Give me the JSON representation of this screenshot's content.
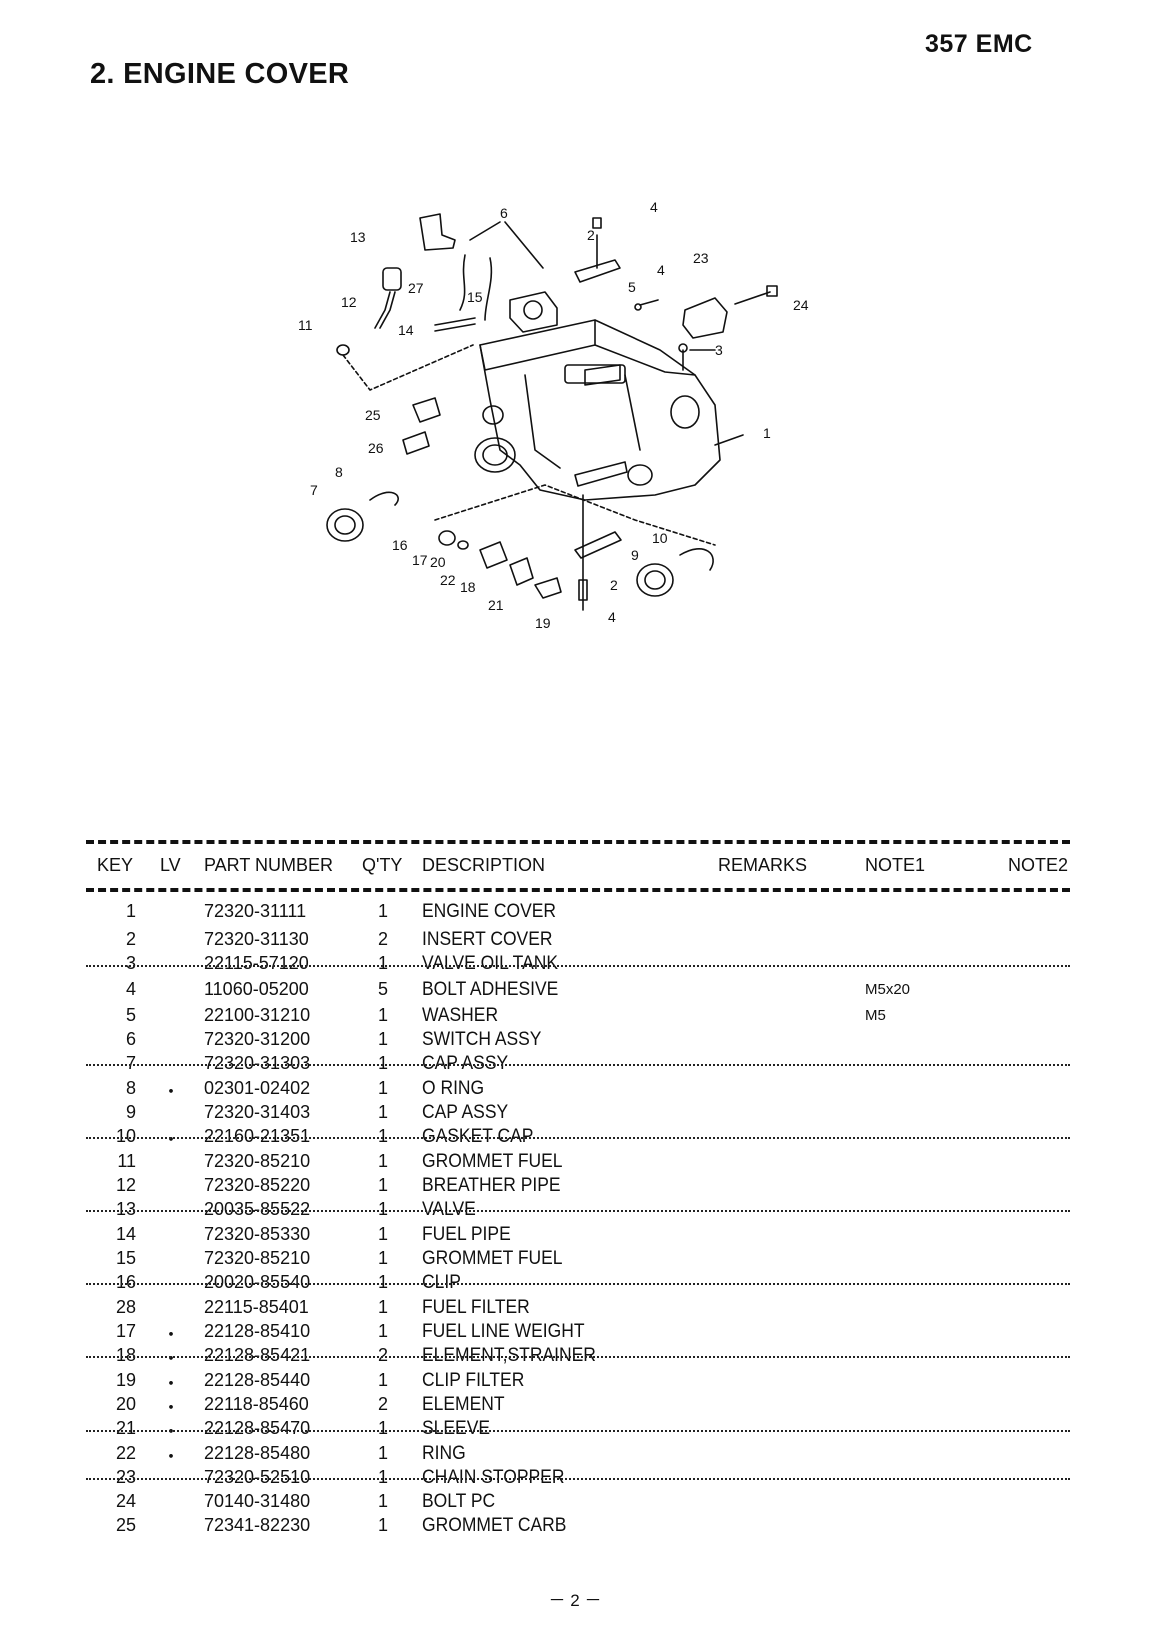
{
  "header": {
    "model": "357 EMC",
    "section_title": "2. ENGINE COVER"
  },
  "diagram": {
    "callouts": [
      "1",
      "2",
      "3",
      "4",
      "5",
      "6",
      "7",
      "8",
      "9",
      "10",
      "11",
      "12",
      "13",
      "14",
      "15",
      "16",
      "17",
      "18",
      "19",
      "20",
      "21",
      "22",
      "23",
      "24",
      "25",
      "26",
      "27"
    ]
  },
  "table": {
    "headers": {
      "key": "KEY",
      "lv": "LV",
      "part": "PART NUMBER",
      "qty": "Q'TY",
      "desc": "DESCRIPTION",
      "remarks": "REMARKS",
      "note1": "NOTE1",
      "note2": "NOTE2"
    },
    "rows": [
      {
        "key": "1",
        "lv": "",
        "part": "72320-31111",
        "qty": "1",
        "desc": "ENGINE COVER",
        "remarks": "",
        "note1": "",
        "note2": ""
      },
      {
        "key": "2",
        "lv": "",
        "part": "72320-31130",
        "qty": "2",
        "desc": "INSERT COVER",
        "remarks": "",
        "note1": "",
        "note2": ""
      },
      {
        "key": "3",
        "lv": "",
        "part": "22115-57120",
        "qty": "1",
        "desc": "VALVE OIL TANK",
        "remarks": "",
        "note1": "",
        "note2": ""
      },
      {
        "key": "4",
        "lv": "",
        "part": "11060-05200",
        "qty": "5",
        "desc": "BOLT ADHESIVE",
        "remarks": "",
        "note1": "M5x20",
        "note2": ""
      },
      {
        "key": "5",
        "lv": "",
        "part": "22100-31210",
        "qty": "1",
        "desc": "WASHER",
        "remarks": "",
        "note1": "M5",
        "note2": ""
      },
      {
        "key": "6",
        "lv": "",
        "part": "72320-31200",
        "qty": "1",
        "desc": "SWITCH ASSY",
        "remarks": "",
        "note1": "",
        "note2": ""
      },
      {
        "key": "7",
        "lv": "",
        "part": "72320-31303",
        "qty": "1",
        "desc": "CAP ASSY",
        "remarks": "",
        "note1": "",
        "note2": ""
      },
      {
        "key": "8",
        "lv": "・",
        "part": "02301-02402",
        "qty": "1",
        "desc": "O RING",
        "remarks": "",
        "note1": "",
        "note2": ""
      },
      {
        "key": "9",
        "lv": "",
        "part": "72320-31403",
        "qty": "1",
        "desc": "CAP ASSY",
        "remarks": "",
        "note1": "",
        "note2": ""
      },
      {
        "key": "10",
        "lv": "・",
        "part": "22160-21351",
        "qty": "1",
        "desc": "GASKET CAP",
        "remarks": "",
        "note1": "",
        "note2": ""
      },
      {
        "key": "11",
        "lv": "",
        "part": "72320-85210",
        "qty": "1",
        "desc": "GROMMET FUEL",
        "remarks": "",
        "note1": "",
        "note2": ""
      },
      {
        "key": "12",
        "lv": "",
        "part": "72320-85220",
        "qty": "1",
        "desc": "BREATHER PIPE",
        "remarks": "",
        "note1": "",
        "note2": ""
      },
      {
        "key": "13",
        "lv": "",
        "part": "20035-85522",
        "qty": "1",
        "desc": "VALVE",
        "remarks": "",
        "note1": "",
        "note2": ""
      },
      {
        "key": "14",
        "lv": "",
        "part": "72320-85330",
        "qty": "1",
        "desc": "FUEL PIPE",
        "remarks": "",
        "note1": "",
        "note2": ""
      },
      {
        "key": "15",
        "lv": "",
        "part": "72320-85210",
        "qty": "1",
        "desc": "GROMMET FUEL",
        "remarks": "",
        "note1": "",
        "note2": ""
      },
      {
        "key": "16",
        "lv": "",
        "part": "20020-85540",
        "qty": "1",
        "desc": "CLIP",
        "remarks": "",
        "note1": "",
        "note2": ""
      },
      {
        "key": "28",
        "lv": "",
        "part": "22115-85401",
        "qty": "1",
        "desc": "FUEL FILTER",
        "remarks": "",
        "note1": "",
        "note2": ""
      },
      {
        "key": "17",
        "lv": "・",
        "part": "22128-85410",
        "qty": "1",
        "desc": "FUEL LINE WEIGHT",
        "remarks": "",
        "note1": "",
        "note2": ""
      },
      {
        "key": "18",
        "lv": "・",
        "part": "22128-85421",
        "qty": "2",
        "desc": "ELEMENT,STRAINER",
        "remarks": "",
        "note1": "",
        "note2": ""
      },
      {
        "key": "19",
        "lv": "・",
        "part": "22128-85440",
        "qty": "1",
        "desc": "CLIP FILTER",
        "remarks": "",
        "note1": "",
        "note2": ""
      },
      {
        "key": "20",
        "lv": "・",
        "part": "22118-85460",
        "qty": "2",
        "desc": "ELEMENT",
        "remarks": "",
        "note1": "",
        "note2": ""
      },
      {
        "key": "21",
        "lv": "・",
        "part": "22128-85470",
        "qty": "1",
        "desc": "SLEEVE",
        "remarks": "",
        "note1": "",
        "note2": ""
      },
      {
        "key": "22",
        "lv": "・",
        "part": "22128-85480",
        "qty": "1",
        "desc": "RING",
        "remarks": "",
        "note1": "",
        "note2": ""
      },
      {
        "key": "23",
        "lv": "",
        "part": "72320-52510",
        "qty": "1",
        "desc": "CHAIN STOPPER",
        "remarks": "",
        "note1": "",
        "note2": ""
      },
      {
        "key": "24",
        "lv": "",
        "part": "70140-31480",
        "qty": "1",
        "desc": "BOLT PC",
        "remarks": "",
        "note1": "",
        "note2": ""
      },
      {
        "key": "25",
        "lv": "",
        "part": "72341-82230",
        "qty": "1",
        "desc": "GROMMET CARB",
        "remarks": "",
        "note1": "",
        "note2": ""
      }
    ]
  },
  "footer": {
    "page_number": "－ 2 －"
  }
}
